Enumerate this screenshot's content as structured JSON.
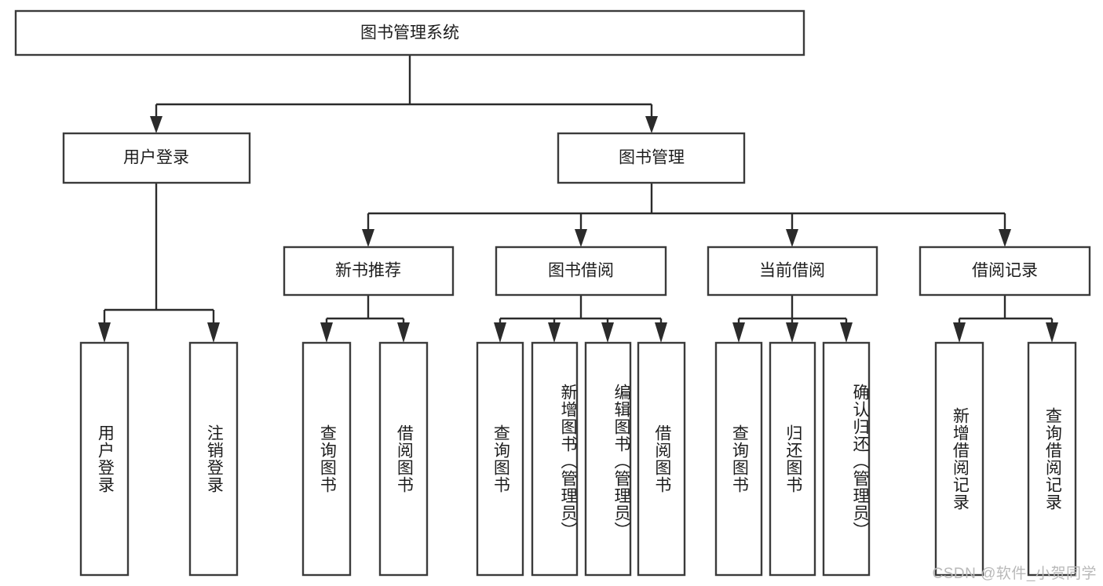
{
  "diagram": {
    "type": "hierarchy-tree",
    "title": "图书管理系统",
    "watermark": "CSDN @软件_小贺同学",
    "colors": {
      "box_stroke": "#3b3b3b",
      "box_fill": "#ffffff",
      "connector": "#2b2b2b",
      "text": "#1d1d1d",
      "watermark": "#b9b9b9",
      "background": "#ffffff"
    },
    "levels": {
      "root": {
        "label": "图书管理系统"
      },
      "level2": [
        {
          "id": "user-login",
          "label": "用户登录"
        },
        {
          "id": "book-manage",
          "label": "图书管理"
        }
      ],
      "level3": [
        {
          "id": "new-book-recommend",
          "label": "新书推荐",
          "parent": "book-manage"
        },
        {
          "id": "book-borrow",
          "label": "图书借阅",
          "parent": "book-manage"
        },
        {
          "id": "current-borrow",
          "label": "当前借阅",
          "parent": "book-manage"
        },
        {
          "id": "borrow-record",
          "label": "借阅记录",
          "parent": "book-manage"
        }
      ],
      "leaves": [
        {
          "id": "leaf-user-login",
          "label": "用户登录",
          "parent": "user-login"
        },
        {
          "id": "leaf-user-logout",
          "label": "注销登录",
          "parent": "user-login"
        },
        {
          "id": "leaf-query-book-1",
          "label": "查询图书",
          "parent": "new-book-recommend"
        },
        {
          "id": "leaf-borrow-book-1",
          "label": "借阅图书",
          "parent": "new-book-recommend"
        },
        {
          "id": "leaf-query-book-2",
          "label": "查询图书",
          "parent": "book-borrow"
        },
        {
          "id": "leaf-add-book",
          "label": "新增图书（管理员）",
          "parent": "book-borrow"
        },
        {
          "id": "leaf-edit-book",
          "label": "编辑图书（管理员）",
          "parent": "book-borrow"
        },
        {
          "id": "leaf-borrow-book-2",
          "label": "借阅图书",
          "parent": "book-borrow"
        },
        {
          "id": "leaf-query-book-3",
          "label": "查询图书",
          "parent": "current-borrow"
        },
        {
          "id": "leaf-return-book",
          "label": "归还图书",
          "parent": "current-borrow"
        },
        {
          "id": "leaf-confirm-return",
          "label": "确认归还（管理员）",
          "parent": "current-borrow"
        },
        {
          "id": "leaf-add-record",
          "label": "新增借阅记录",
          "parent": "borrow-record"
        },
        {
          "id": "leaf-query-record",
          "label": "查询借阅记录",
          "parent": "borrow-record"
        }
      ]
    }
  }
}
